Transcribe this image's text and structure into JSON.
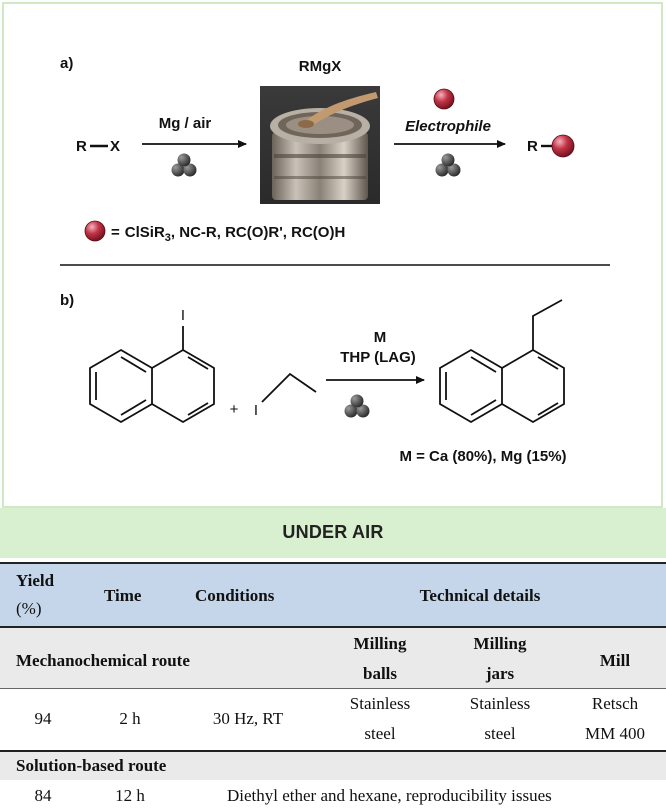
{
  "scheme": {
    "part_a": {
      "label": "a)",
      "reactant": "R",
      "reactant_halide": "X",
      "reagent": "Mg / air",
      "intermediate": "RMgX",
      "electrophile_label": "Electrophile",
      "product": "R",
      "legend_prefix": "=",
      "legend_text": "ClSiR",
      "legend_sub": "3",
      "legend_rest": ", NC-R, RC(O)R', RC(O)H"
    },
    "part_b": {
      "label": "b)",
      "iodo_top": "I",
      "plus": "+",
      "iodo_side": "I",
      "metal": "M",
      "additive": "THP (LAG)",
      "yield_text": "M = Ca (80%), Mg (15%)"
    }
  },
  "banner": {
    "title": "UNDER AIR"
  },
  "table": {
    "headers": {
      "yield_line1": "Yield",
      "yield_line2": "(%)",
      "time": "Time",
      "conditions": "Conditions",
      "technical": "Technical details"
    },
    "mechanochemical": {
      "label": "Mechanochemical route",
      "col_balls_1": "Milling",
      "col_balls_2": "balls",
      "col_jars_1": "Milling",
      "col_jars_2": "jars",
      "col_mill": "Mill",
      "yield": "94",
      "time": "2 h",
      "conditions": "30 Hz, RT",
      "balls_1": "Stainless",
      "balls_2": "steel",
      "jars_1": "Stainless",
      "jars_2": "steel",
      "mill_1": "Retsch",
      "mill_2": "MM 400"
    },
    "solution": {
      "label": "Solution-based route",
      "yield": "84",
      "time": "12 h",
      "details": "Diethyl ether and hexane, reproducibility issues"
    }
  },
  "colors": {
    "scheme_border": "#cfe9c5",
    "banner_bg": "#d8efd0",
    "header_bg": "#c5d6ea",
    "route_bg": "#eaeaea",
    "electrophile_ball": "#b3263a"
  }
}
